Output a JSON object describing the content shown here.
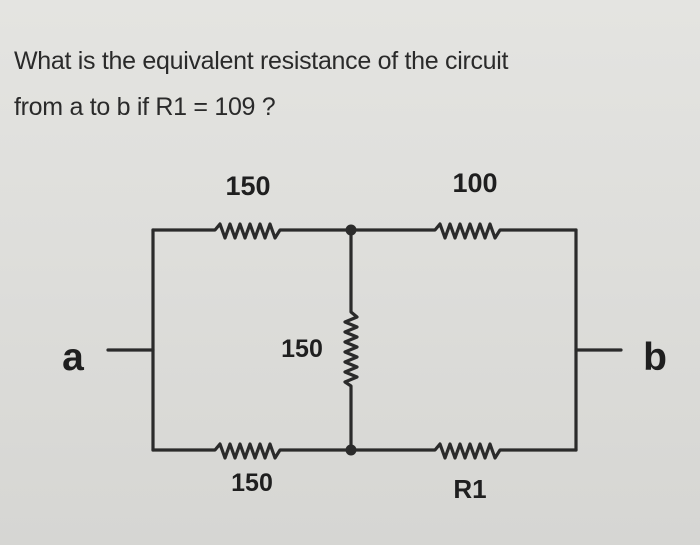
{
  "question": {
    "line1": "What is the equivalent resistance of the circuit",
    "line2": "from a to b if R1 = 109 ?"
  },
  "circuit": {
    "terminal_a": "a",
    "terminal_b": "b",
    "resistors": {
      "top_left": "150",
      "top_right": "100",
      "middle": "150",
      "bottom_left": "150",
      "bottom_right": "R1"
    }
  },
  "colors": {
    "wire": "#2b2b2b",
    "text": "#1f1f1f",
    "background": "#dededb"
  }
}
